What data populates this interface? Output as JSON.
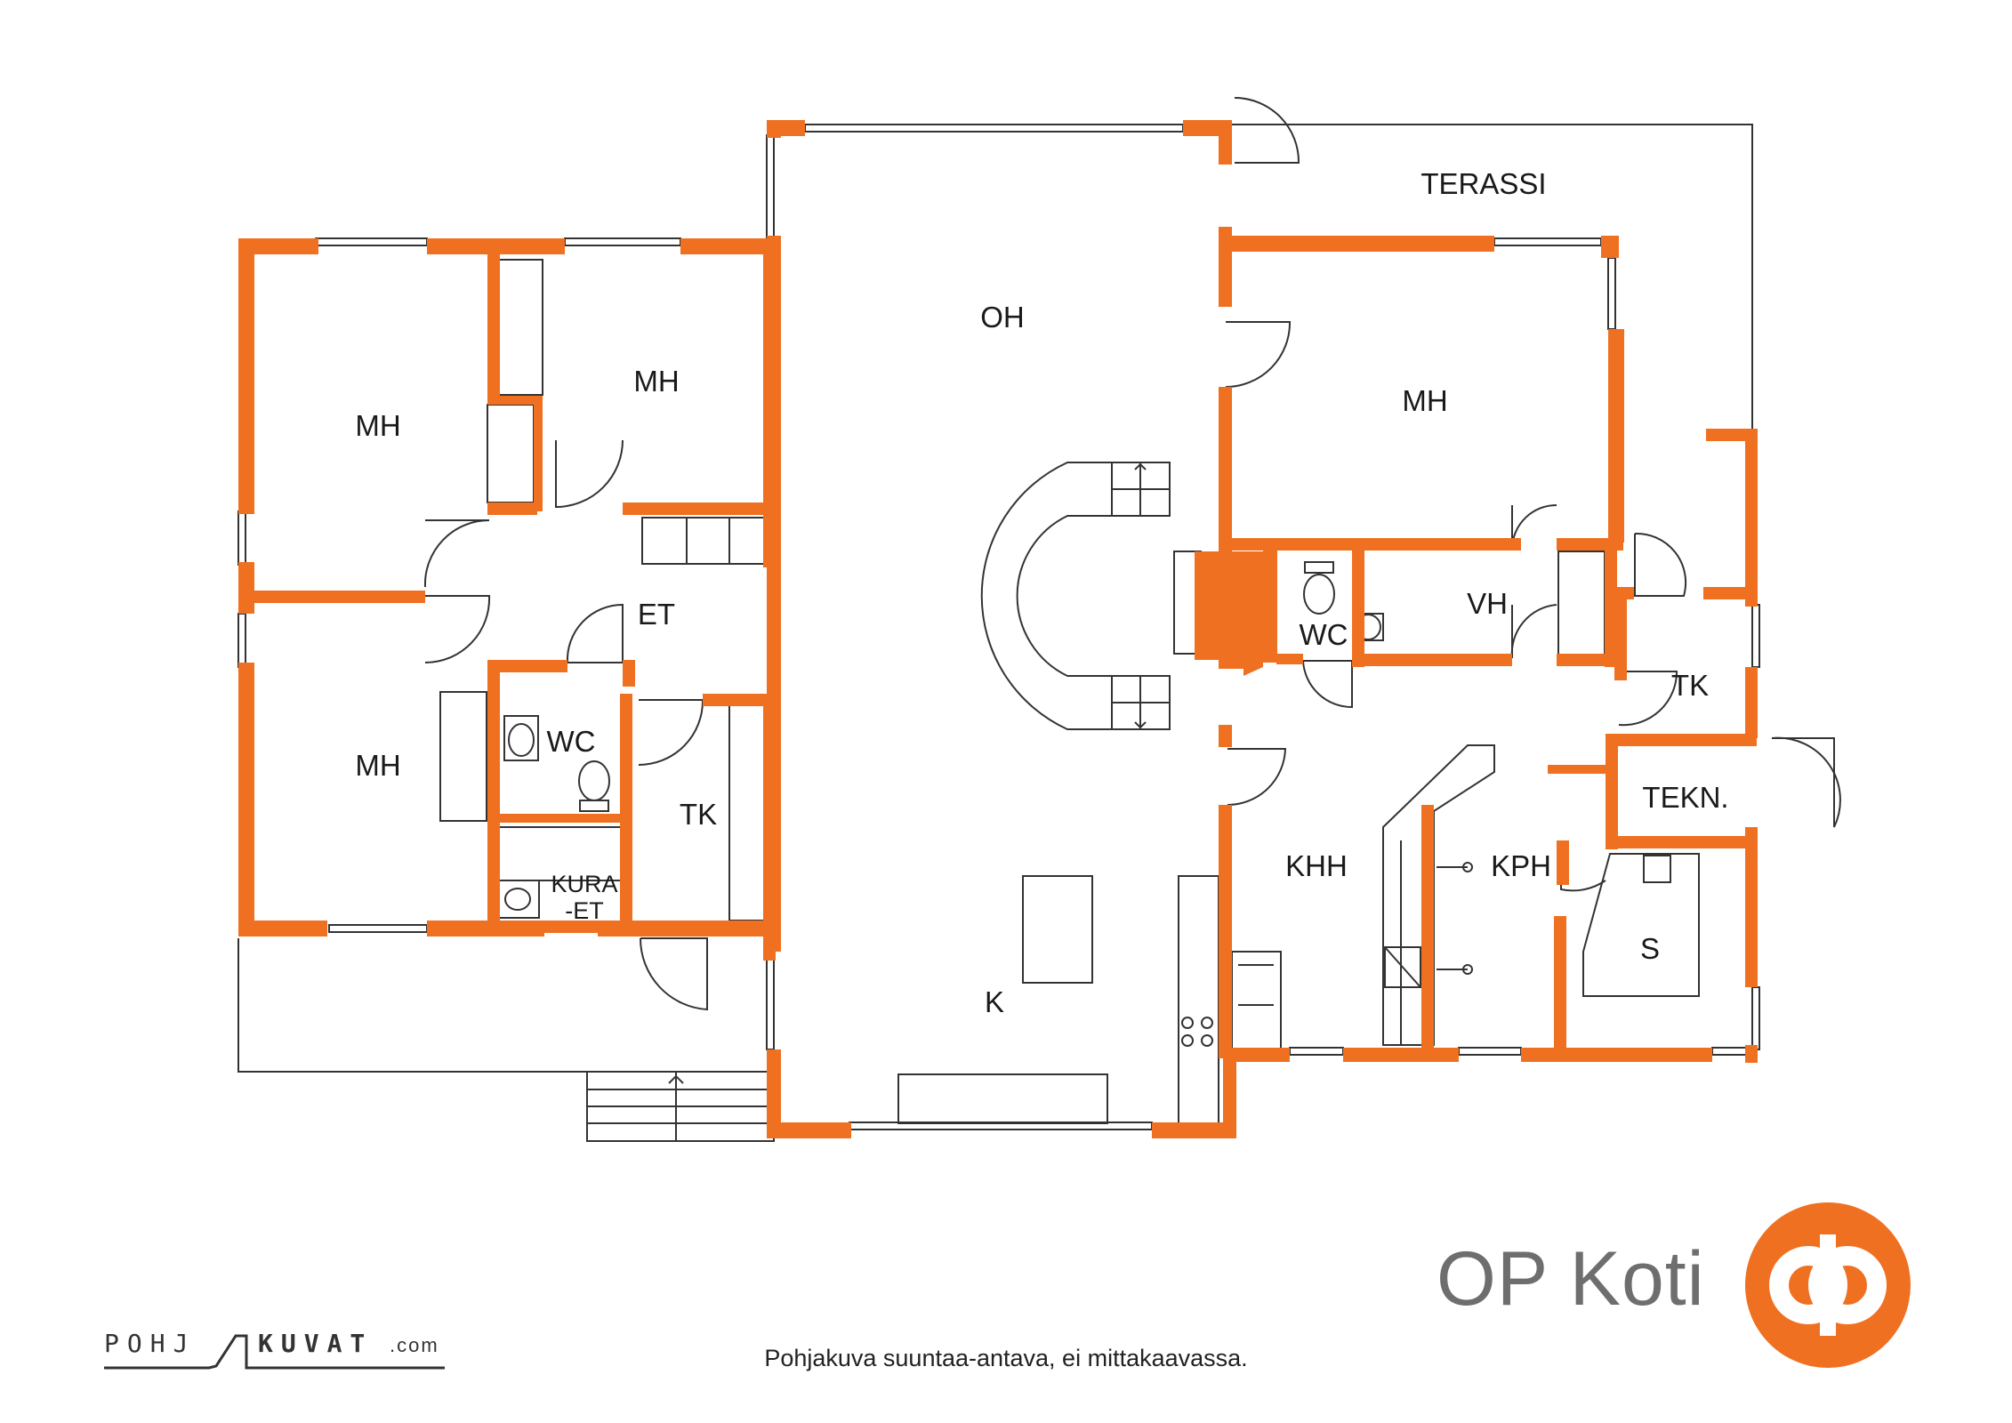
{
  "rooms": {
    "terassi": "TERASSI",
    "oh": "OH",
    "mh_top_left": "MH",
    "mh_top_mid": "MH",
    "mh_right": "MH",
    "mh_bottom_left": "MH",
    "et": "ET",
    "wc_left": "WC",
    "tk_left": "TK",
    "kura_line1": "KURA",
    "kura_line2": "-ET",
    "k": "K",
    "wc_right": "WC",
    "vh": "VH",
    "tk_right": "TK",
    "tekn": "TEKN.",
    "khh": "KHH",
    "kph": "KPH",
    "s": "S"
  },
  "disclaimer": "Pohjakuva suuntaa-antava, ei mittakaavassa.",
  "brand": "OP Koti",
  "pohjakuvat": {
    "left": "POHJ",
    "right": "KUVAT",
    "suffix": ".com"
  },
  "colors": {
    "wall": "#f07022",
    "line": "#333333",
    "brand_orange": "#f07022",
    "brand_grey": "#6e6e6e"
  }
}
